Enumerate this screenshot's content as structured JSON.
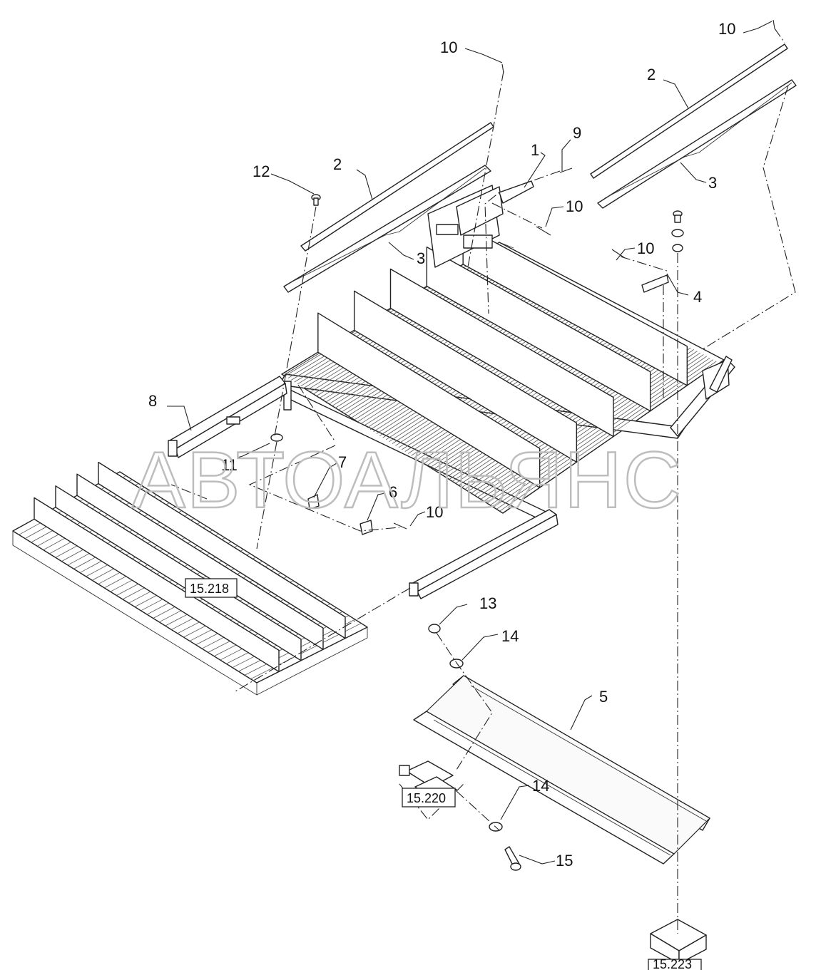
{
  "watermark": "АВТОАЛЬЯНС",
  "callouts": [
    {
      "id": "c-10a",
      "label": "10"
    },
    {
      "id": "c-10b",
      "label": "10"
    },
    {
      "id": "c-2a",
      "label": "2"
    },
    {
      "id": "c-2b",
      "label": "2"
    },
    {
      "id": "c-9",
      "label": "9"
    },
    {
      "id": "c-1",
      "label": "1"
    },
    {
      "id": "c-12",
      "label": "12"
    },
    {
      "id": "c-3a",
      "label": "3"
    },
    {
      "id": "c-3b",
      "label": "3"
    },
    {
      "id": "c-10c",
      "label": "10"
    },
    {
      "id": "c-10d",
      "label": "10"
    },
    {
      "id": "c-4",
      "label": "4"
    },
    {
      "id": "c-8",
      "label": "8"
    },
    {
      "id": "c-11",
      "label": "11"
    },
    {
      "id": "c-7",
      "label": "7"
    },
    {
      "id": "c-6",
      "label": "6"
    },
    {
      "id": "c-10e",
      "label": "10"
    },
    {
      "id": "c-13",
      "label": "13"
    },
    {
      "id": "c-14a",
      "label": "14"
    },
    {
      "id": "c-5",
      "label": "5"
    },
    {
      "id": "c-14b",
      "label": "14"
    },
    {
      "id": "c-15",
      "label": "15"
    }
  ],
  "references": [
    {
      "id": "r-218",
      "label": "15.218"
    },
    {
      "id": "r-220",
      "label": "15.220"
    },
    {
      "id": "r-223",
      "label": "15.223"
    }
  ]
}
